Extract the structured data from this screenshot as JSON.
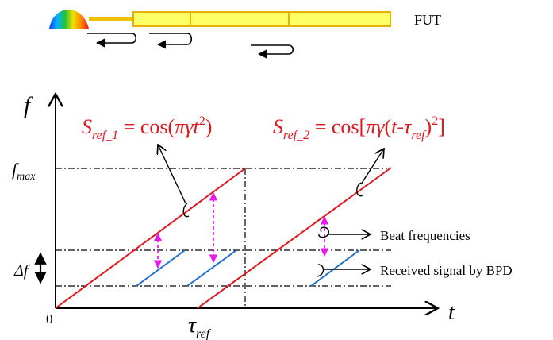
{
  "colors": {
    "ref_line": "#e0181e",
    "signal_line": "#1f6fd0",
    "beat_arrow": "#e81ce8",
    "fiber_fill": "#ffff66",
    "fiber_stroke": "#e8b000",
    "ink": "#000000"
  },
  "fiber": {
    "label": "FUT"
  },
  "axes": {
    "y_label": "f",
    "x_label": "t",
    "origin": "0",
    "fmax_base": "f",
    "fmax_sub": "max",
    "delta_f": "Δf",
    "tau_base": "τ",
    "tau_sub": "ref"
  },
  "equations": {
    "ref1": {
      "S": "S",
      "sub": "ref_1",
      "body": " = cos(",
      "pi": "π",
      "gamma": "γ",
      "t": "t",
      "exp": "2",
      "close": ")"
    },
    "ref2": {
      "S": "S",
      "sub": "ref_2",
      "body": " = cos[",
      "pi": "π",
      "gamma": "γ",
      "open": "(",
      "t": "t",
      "minus": "-",
      "tau": "τ",
      "tau_sub": "ref",
      "close_paren": ")",
      "exp": "2",
      "close": "]"
    }
  },
  "annotations": {
    "beat": "Beat frequencies",
    "received": "Received signal by BPD"
  }
}
